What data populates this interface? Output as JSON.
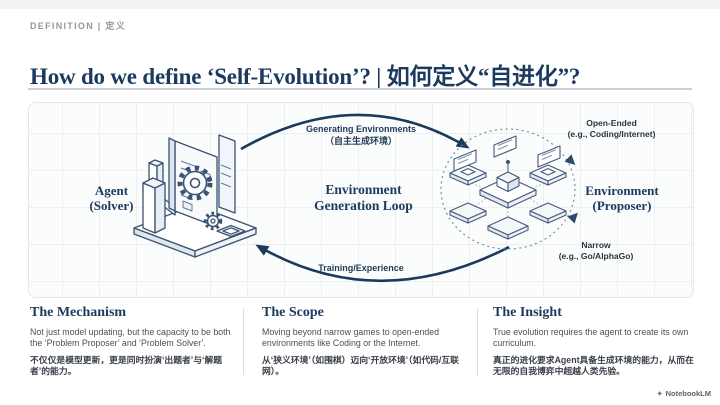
{
  "slide": {
    "eyebrow": "DEFINITION | 定义",
    "title": "How do we define ‘Self-Evolution’? | 如何定义“自进化”?"
  },
  "diagram": {
    "agent": {
      "line1": "Agent",
      "line2": "(Solver)"
    },
    "center": {
      "line1": "Environment",
      "line2": "Generation Loop"
    },
    "environment": {
      "line1": "Environment",
      "line2": "(Proposer)"
    },
    "top_arrow": {
      "line1": "Generating Environments",
      "line2": "（自主生成环境）"
    },
    "bottom_arrow": {
      "label": "Training/Experience"
    },
    "open_ended": {
      "line1": "Open-Ended",
      "line2": "(e.g., Coding/Internet)"
    },
    "narrow": {
      "line1": "Narrow",
      "line2": "(e.g., Go/AlphaGo)"
    }
  },
  "columns": [
    {
      "heading": "The Mechanism",
      "body_en": "Not just model updating, but the capacity to be both the ‘Problem Proposer’ and ‘Problem Solver’.",
      "body_zh": "不仅仅是模型更新，更是同时扮演‘出题者’与‘解题者’的能力。"
    },
    {
      "heading": "The Scope",
      "body_en": "Moving beyond narrow games to open-ended environments like Coding or the Internet.",
      "body_zh": "从‘狭义环境’（如围棋）迈向‘开放环境’（如代码/互联网）。"
    },
    {
      "heading": "The Insight",
      "body_en": "True evolution requires the agent to create its own curriculum.",
      "body_zh": "真正的进化要求Agent具备生成环境的能力，从而在无限的自我博弈中超越人类先验。"
    }
  ],
  "footer": {
    "watermark": "NotebookLM",
    "watermark_icon": "✦"
  },
  "colors": {
    "navy": "#1b3a5e",
    "arrow": "#1c3a5c",
    "body_text": "#49505a",
    "muted": "#9298a1",
    "grid": "#edeff2"
  }
}
